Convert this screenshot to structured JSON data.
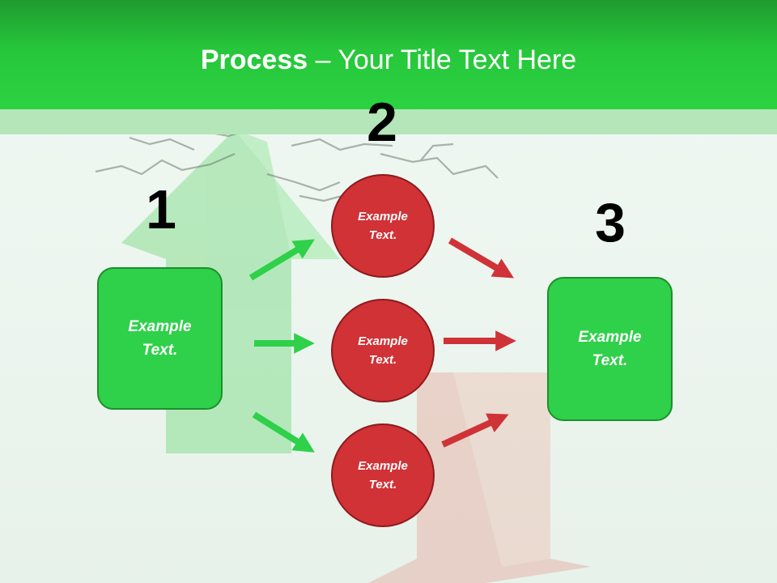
{
  "slide": {
    "title_bold": "Process",
    "title_rest": " – Your Title Text Here"
  },
  "steps": [
    {
      "number": "1",
      "label": "Example Text."
    },
    {
      "number": "2",
      "items": [
        "Example Text.",
        "Example Text.",
        "Example Text."
      ]
    },
    {
      "number": "3",
      "label": "Example Text."
    }
  ],
  "colors": {
    "header_green": "#2bd341",
    "box_green": "#2fd04a",
    "circle_red": "#d03236",
    "arrow_green": "#2fd04a",
    "arrow_red": "#cf3237"
  }
}
